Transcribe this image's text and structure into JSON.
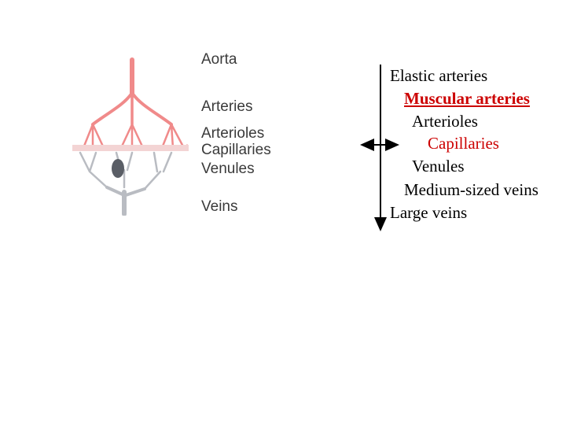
{
  "figure": {
    "labels": {
      "aorta": "Aorta",
      "arteries": "Arteries",
      "arterioles": "Arterioles",
      "capillaries": "Capillaries",
      "venules": "Venules",
      "veins": "Veins"
    },
    "colors": {
      "arterial": "#f08a8a",
      "venous": "#b9bcc2",
      "cell": "#5a5e66"
    }
  },
  "vessel_list": {
    "items": [
      {
        "label": "Elastic arteries",
        "highlight": false
      },
      {
        "label": "Muscular arteries",
        "highlight": true,
        "emphasis": true
      },
      {
        "label": "Arterioles",
        "highlight": false
      },
      {
        "label": "Capillaries",
        "highlight": true
      },
      {
        "label": "Venules",
        "highlight": false
      },
      {
        "label": "Medium-sized veins",
        "highlight": false
      },
      {
        "label": "Large veins",
        "highlight": false
      }
    ],
    "highlight_color": "#cc0000"
  }
}
